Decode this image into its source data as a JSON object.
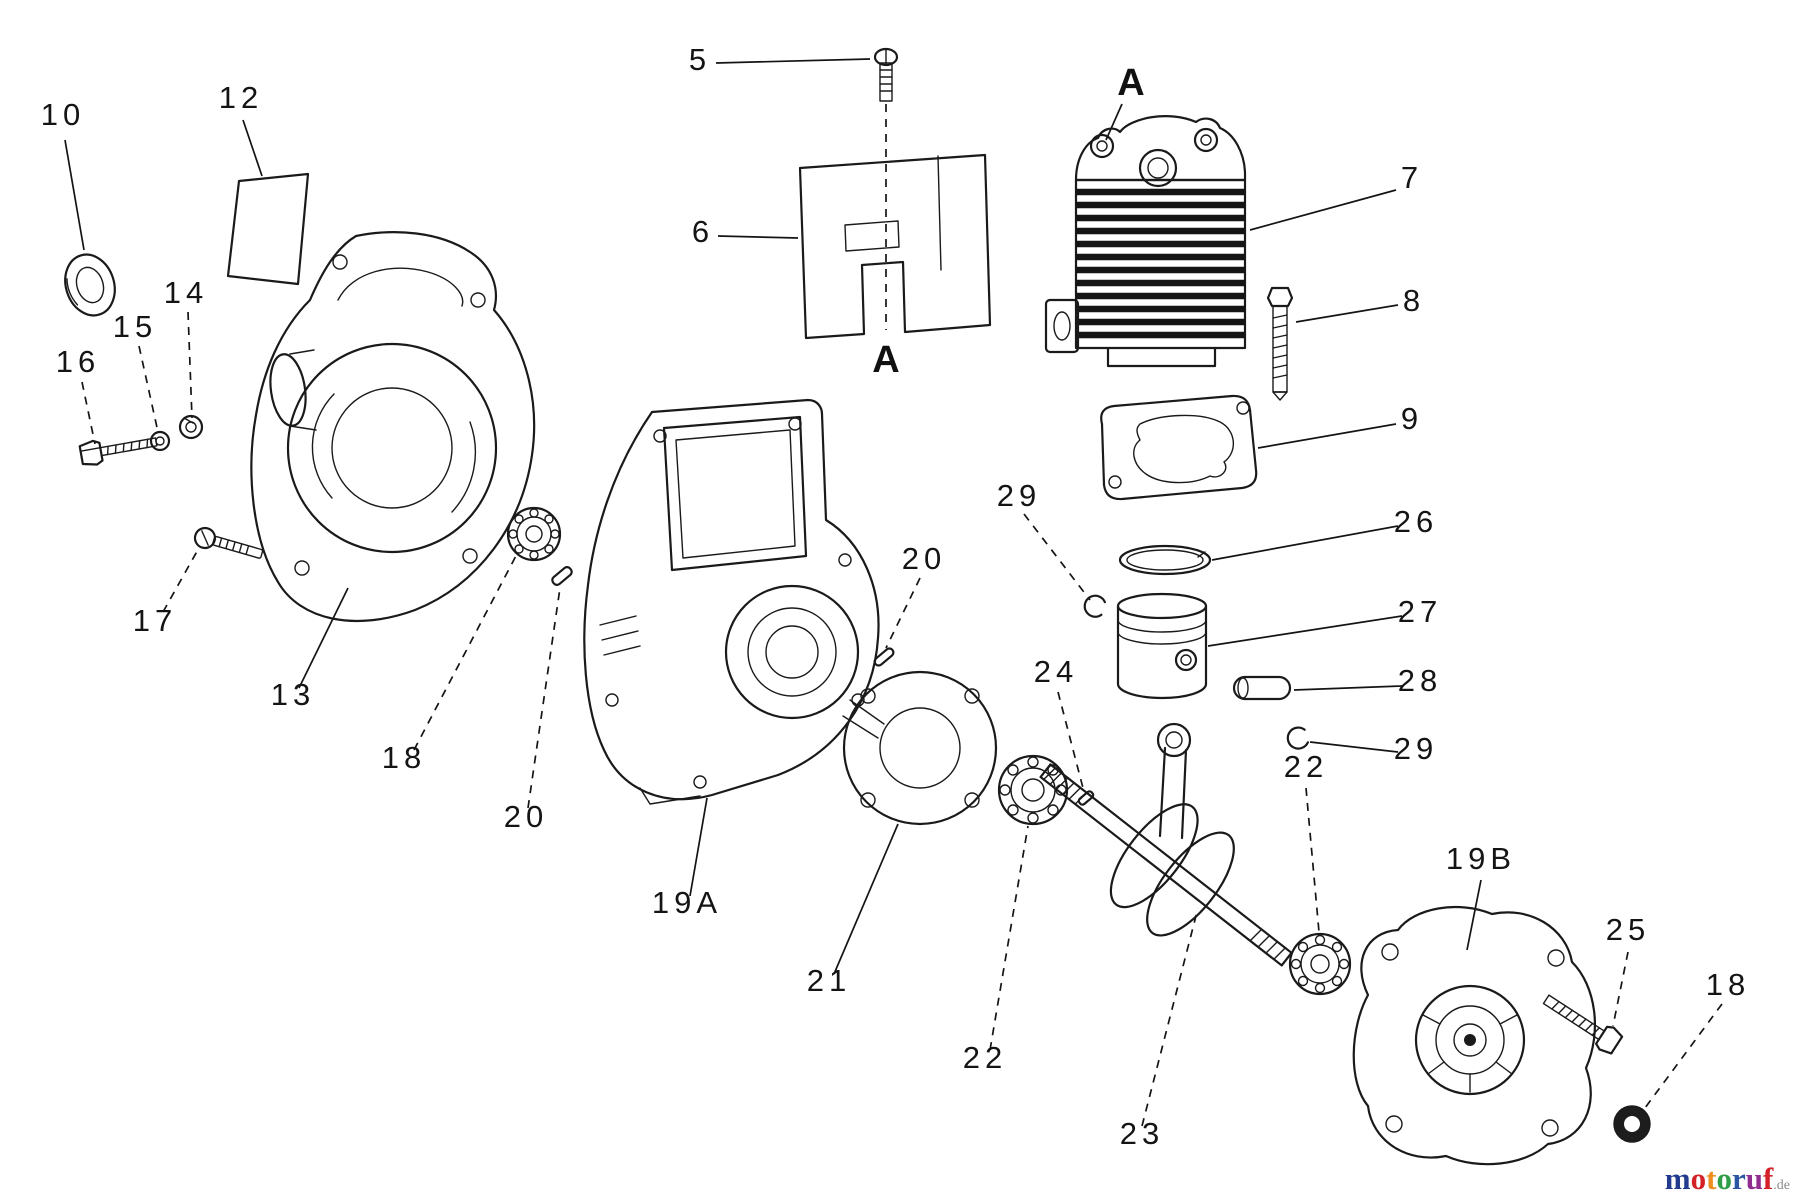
{
  "callouts": {
    "n5": "5",
    "n6": "6",
    "n7": "7",
    "n8": "8",
    "n9": "9",
    "n10": "10",
    "n12": "12",
    "n13": "13",
    "n14": "14",
    "n15": "15",
    "n16": "16",
    "n17": "17",
    "n18a": "18",
    "n18b": "18",
    "n19A": "19A",
    "n19B": "19B",
    "n20a": "20",
    "n20b": "20",
    "n21": "21",
    "n22a": "22",
    "n22b": "22",
    "n23": "23",
    "n24": "24",
    "n25": "25",
    "n26": "26",
    "n27": "27",
    "n28": "28",
    "n29a": "29",
    "n29b": "29",
    "markerTopA": "A",
    "markerBottomA": "A"
  },
  "watermark": {
    "letters": [
      {
        "ch": "m",
        "color": "#233b8e"
      },
      {
        "ch": "o",
        "color": "#d42027"
      },
      {
        "ch": "t",
        "color": "#ef8d1f"
      },
      {
        "ch": "o",
        "color": "#2e9e46"
      },
      {
        "ch": "r",
        "color": "#2b56a4"
      },
      {
        "ch": "u",
        "color": "#8e2c90"
      },
      {
        "ch": "f",
        "color": "#d42027"
      }
    ],
    "suffix": ".de",
    "suffix_color": "#8a8a8a"
  },
  "canvas": {
    "background": "#ffffff",
    "line_color": "#1a1a1a"
  }
}
